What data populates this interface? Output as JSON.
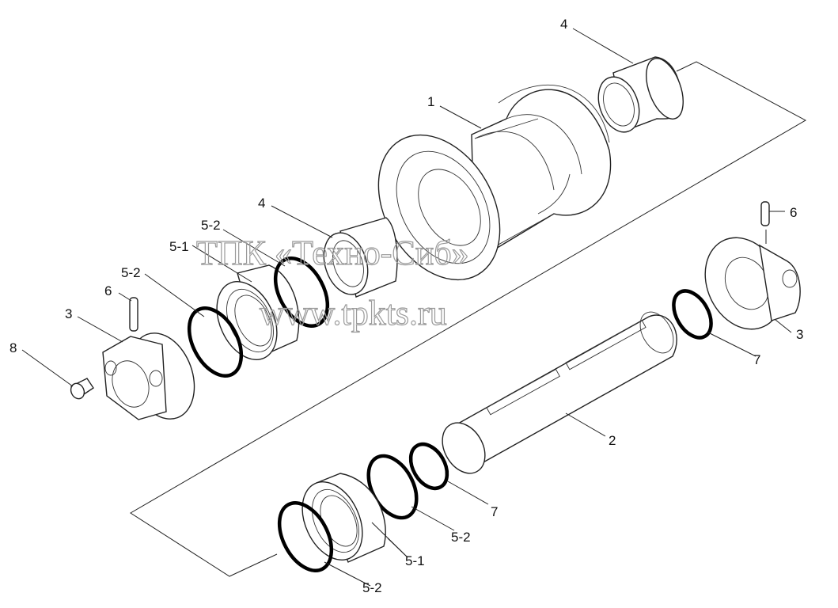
{
  "watermark": {
    "line1": "ТПК «Техно-Сиб»",
    "line2": "www.tpkts.ru"
  },
  "callouts": {
    "c1": "1",
    "c2": "2",
    "c3_left": "3",
    "c3_right": "3",
    "c4_top": "4",
    "c4_mid": "4",
    "c5_1_upper": "5-1",
    "c5_1_lower": "5-1",
    "c5_2_upper_a": "5-2",
    "c5_2_upper_b": "5-2",
    "c5_2_lower_a": "5-2",
    "c5_2_lower_b": "5-2",
    "c6_left": "6",
    "c6_right": "6",
    "c7_upper": "7",
    "c7_lower": "7",
    "c8": "8"
  }
}
